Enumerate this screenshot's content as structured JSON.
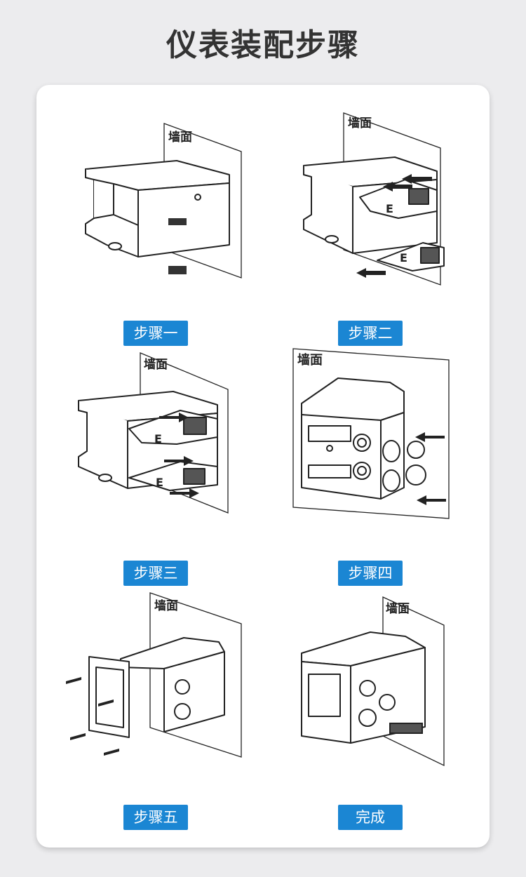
{
  "page_title": "仪表装配步骤",
  "wall_label": "墙面",
  "component_mark": "E",
  "accent_color": "#1b86d3",
  "steps": [
    {
      "label": "步骤一"
    },
    {
      "label": "步骤二"
    },
    {
      "label": "步骤三"
    },
    {
      "label": "步骤四"
    },
    {
      "label": "步骤五"
    },
    {
      "label": "完成"
    }
  ]
}
